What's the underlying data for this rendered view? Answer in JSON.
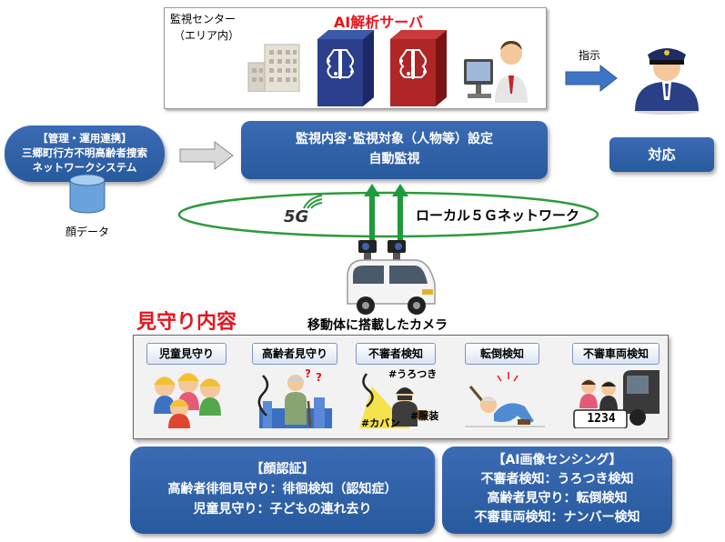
{
  "monitoring_center": {
    "label_line1": "監視センター",
    "label_line2": "（エリア内）",
    "server_title": "AI解析サーバ"
  },
  "instruction": {
    "label": "指示"
  },
  "management_box": {
    "line1": "【管理・運用連携】",
    "line2": "三郷町行方不明高齢者捜索",
    "line3": "ネットワークシステム"
  },
  "face_data": {
    "label": "顔データ"
  },
  "settings_box": {
    "line1": "監視内容･監視対象（人物等）設定",
    "line2": "自動監視"
  },
  "response_box": {
    "label": "対応"
  },
  "network": {
    "logo": "5G",
    "label": "ローカル５Ｇネットワーク"
  },
  "vehicle": {
    "label": "移動体に搭載したカメラ"
  },
  "watch_section": {
    "title": "見守り内容",
    "cards": [
      {
        "label": "児童見守り"
      },
      {
        "label": "高齢者見守り"
      },
      {
        "label": "不審者検知",
        "tags": [
          "#うろつき",
          "#カバン",
          "#服装"
        ]
      },
      {
        "label": "転倒検知"
      },
      {
        "label": "不審車両検知",
        "plate": "1234"
      }
    ]
  },
  "face_recognition_box": {
    "line1": "【顔認証】",
    "line2": "高齢者徘徊見守り：徘徊検知（認知症）",
    "line3": "児童見守り：子どもの連れ去り"
  },
  "ai_sensing_box": {
    "line1": "【AI画像センシング】",
    "line2": "不審者検知：うろつき検知",
    "line3": "高齢者見守り：転倒検知",
    "line4": "不審車両検知：ナンバー検知"
  },
  "colors": {
    "box_blue": "#2f62a8",
    "title_red": "#e8141c",
    "arrow_green": "#1f9a3b",
    "ellipse_green": "#2e9a3c"
  }
}
